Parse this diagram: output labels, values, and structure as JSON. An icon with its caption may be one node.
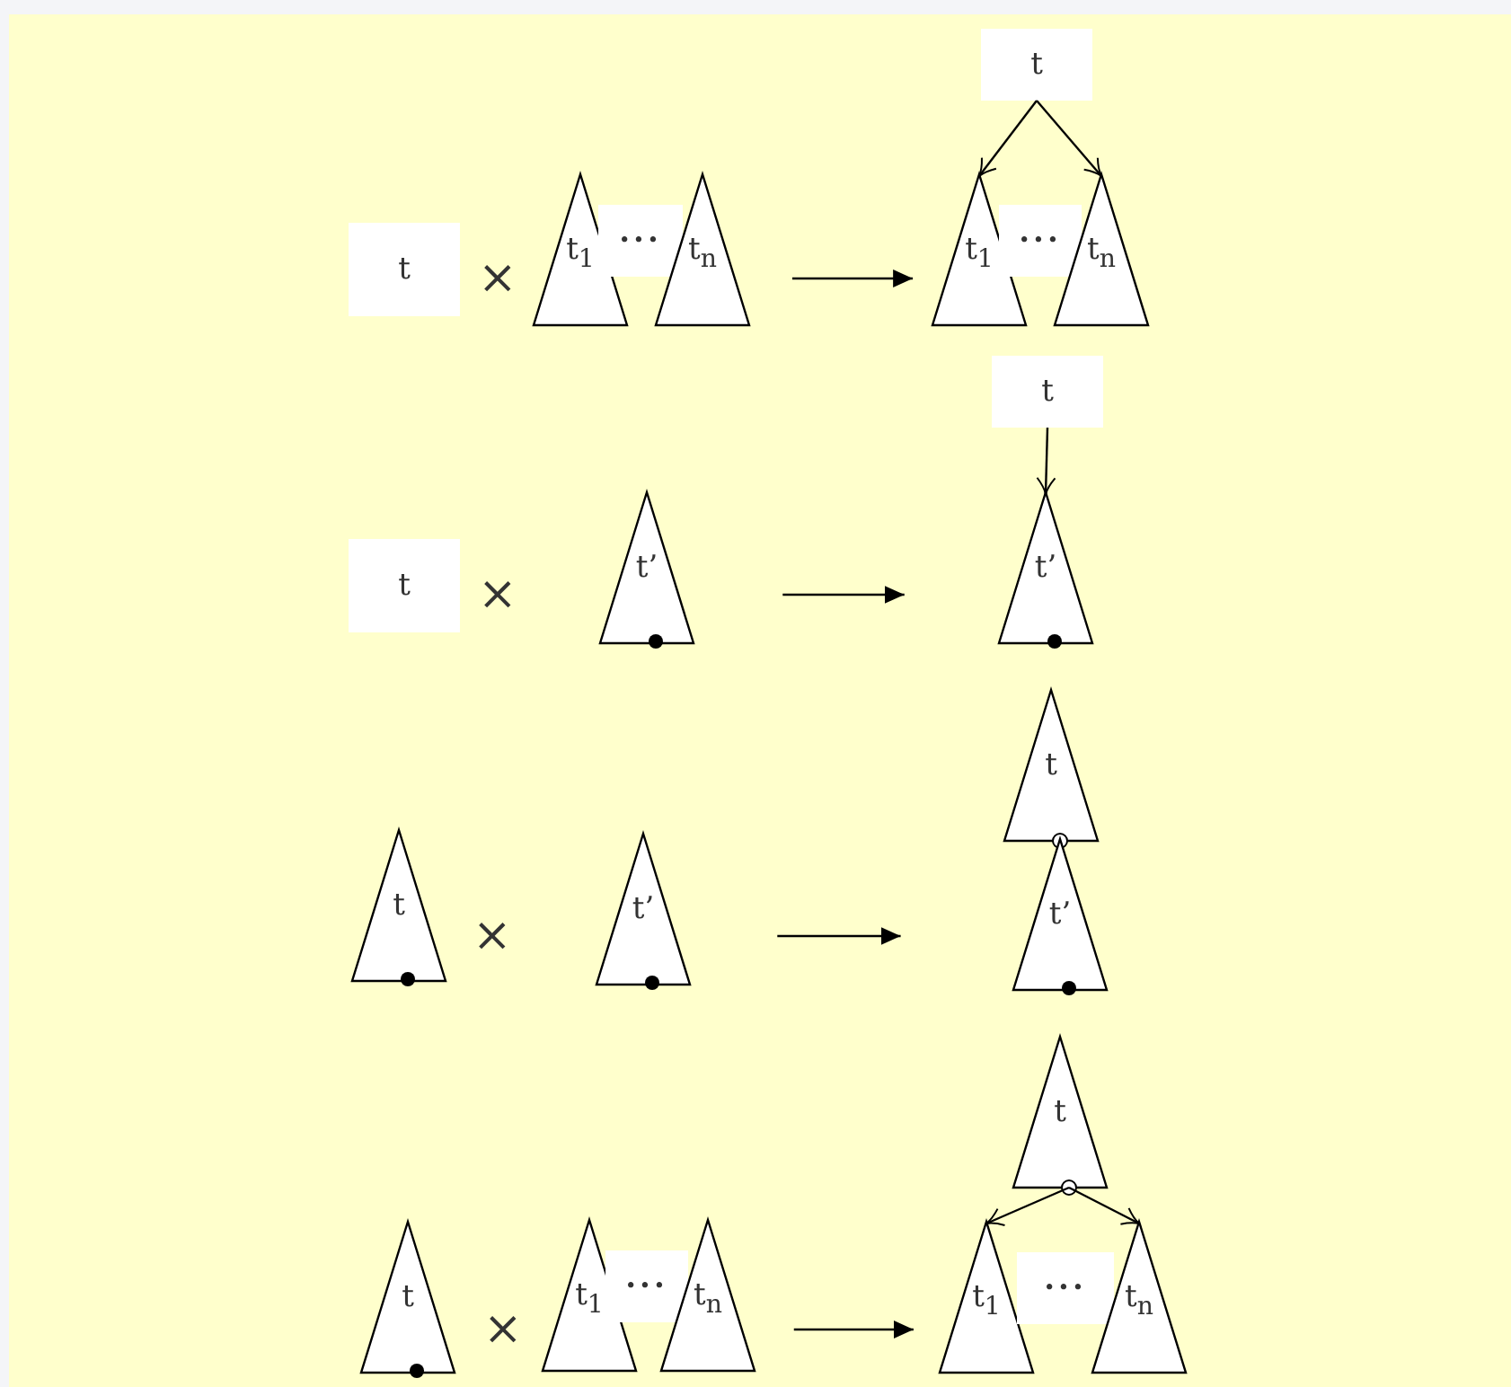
{
  "diagram": {
    "nodes": [
      {
        "text": [
          "t"
        ]
      },
      {
        "text": [
          "t$_{1}$"
        ]
      },
      {
        "text": [
          "···"
        ]
      },
      {
        "text": [
          "t$_{n}$"
        ]
      },
      {
        "text": [
          "t"
        ]
      },
      {
        "text": [
          "t$_{1}$"
        ]
      },
      {
        "text": [
          "···"
        ]
      },
      {
        "text": [
          "t$_{n}$"
        ]
      },
      {
        "text": [
          "t"
        ]
      },
      {
        "text": [
          "t’"
        ]
      },
      {
        "text": [
          "t"
        ]
      },
      {
        "text": [
          "t’"
        ]
      },
      {
        "text": [
          "t"
        ]
      },
      {
        "text": [
          "t’"
        ]
      },
      {
        "text": [
          "t"
        ]
      },
      {
        "text": [
          "t’"
        ]
      },
      {
        "text": [
          "t"
        ]
      },
      {
        "text": [
          "t$_{1}$"
        ]
      },
      {
        "text": [
          "···"
        ]
      },
      {
        "text": [
          "t$_{n}$"
        ]
      },
      {
        "text": [
          "t"
        ]
      },
      {
        "text": [
          "t$_{1}$"
        ]
      },
      {
        "text": [
          "···"
        ]
      },
      {
        "text": [
          "t$_{n}$"
        ]
      }
    ],
    "edges": [
      {
        "from": 3,
        "to": 5,
        "arrow": "to"
      },
      {
        "from": 4,
        "to": 5,
        "arrow": "to"
      },
      {
        "from": 4,
        "to": 7,
        "arrow": "to"
      },
      {
        "from": 9,
        "to": 11,
        "arrow": "to"
      },
      {
        "from": 10,
        "to": 11,
        "arrow": "to"
      },
      {
        "from": 13,
        "to": 15,
        "arrow": "to"
      },
      {
        "from": 19,
        "to": 21,
        "arrow": "to"
      },
      {
        "from": 20,
        "to": 21,
        "arrow": "to"
      },
      {
        "from": 20,
        "to": 23,
        "arrow": "to"
      }
    ],
    "labels": [
      "×",
      "×",
      "×",
      "×"
    ]
  }
}
